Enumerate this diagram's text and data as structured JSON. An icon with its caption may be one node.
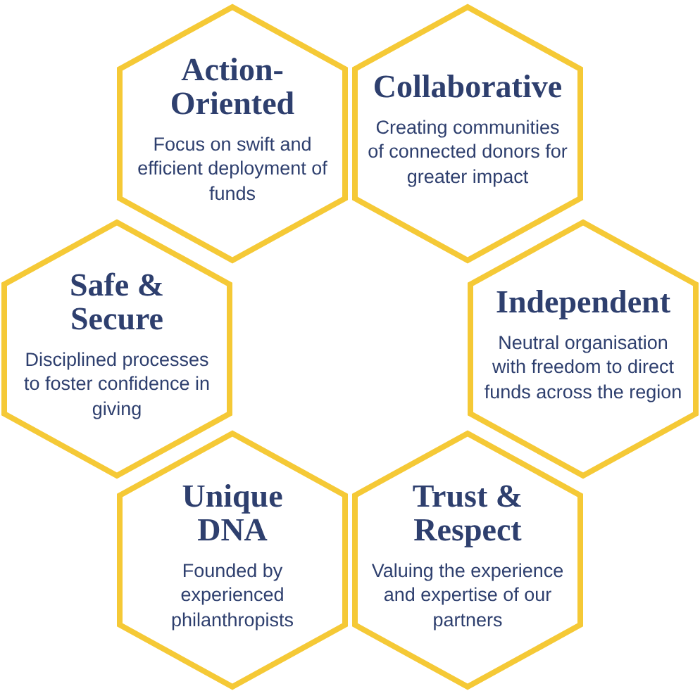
{
  "diagram": {
    "nodes": [
      {
        "text": [
          "Action-Oriented",
          "Focus on swift and efficient deployment of funds"
        ]
      },
      {
        "text": [
          "Collaborative",
          "Creating communities of connected donors for greater impact"
        ]
      },
      {
        "text": [
          "Safe & Secure",
          "Disciplined processes to foster confidence in giving"
        ]
      },
      {
        "text": [
          "Independent",
          "Neutral organisation with freedom to direct funds across the region"
        ]
      },
      {
        "text": [
          "Unique DNA",
          "Founded by experienced philanthropists"
        ]
      },
      {
        "text": [
          "Trust & Respect",
          "Valuing the experience and expertise of our partners"
        ]
      }
    ]
  }
}
